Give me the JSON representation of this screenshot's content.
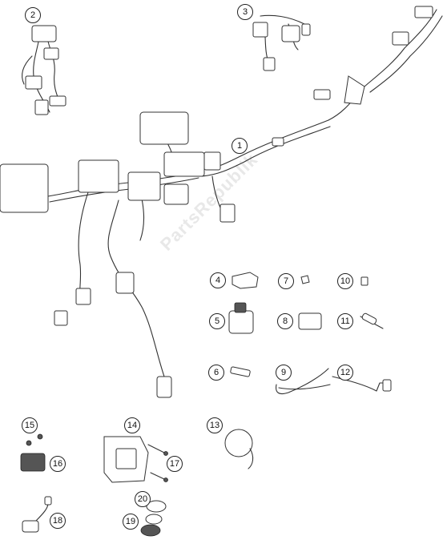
{
  "watermark": "PartsRepublik",
  "callouts": [
    "1",
    "2",
    "3",
    "4",
    "5",
    "6",
    "7",
    "8",
    "9",
    "10",
    "11",
    "12",
    "13",
    "14",
    "15",
    "16",
    "17",
    "18",
    "19",
    "20"
  ]
}
